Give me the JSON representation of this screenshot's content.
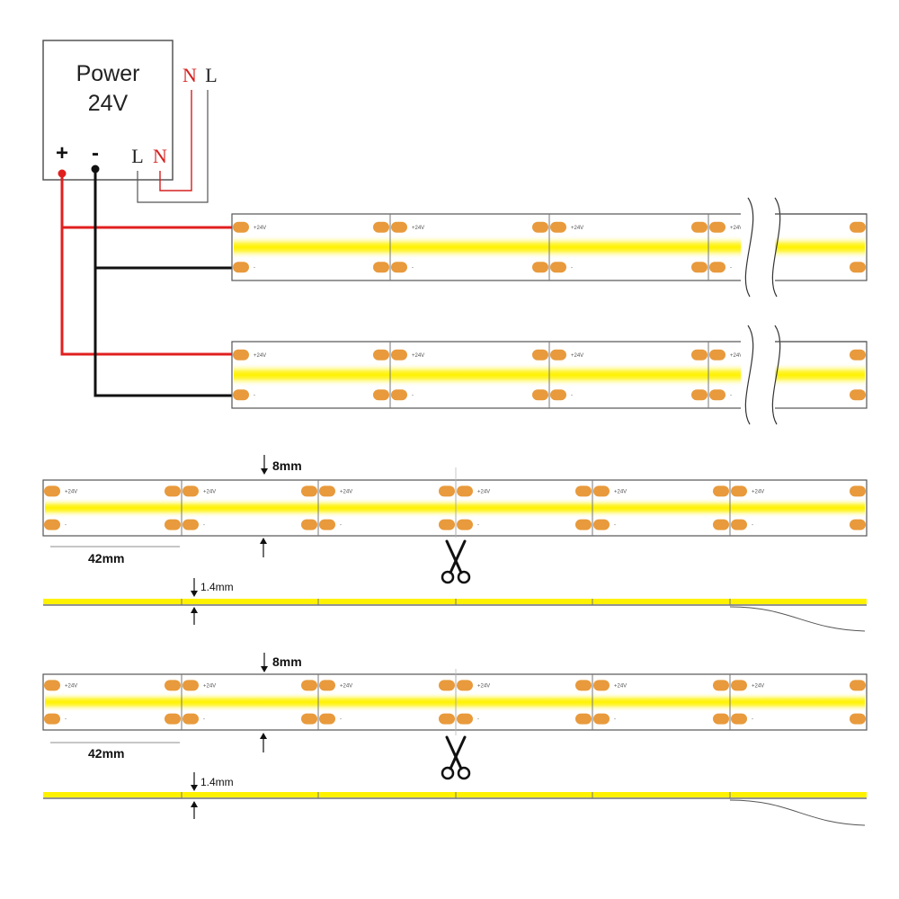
{
  "power_supply": {
    "title_line1": "Power",
    "title_line2": "24V",
    "plus": "+",
    "minus": "-",
    "ac_top_n": "N",
    "ac_top_l": "L",
    "ac_bottom_l": "L",
    "ac_bottom_n": "N"
  },
  "strip": {
    "pad_plus": "+24V",
    "pad_minus": "-"
  },
  "dimensions": {
    "segment_length": "42mm",
    "width": "8mm",
    "thickness": "1.4mm"
  },
  "colors": {
    "positive_wire": "#e0201f",
    "negative_wire": "#111111",
    "ac_neutral": "#d62020",
    "pad": "#e89a3c",
    "led_glow": "#fff200"
  }
}
